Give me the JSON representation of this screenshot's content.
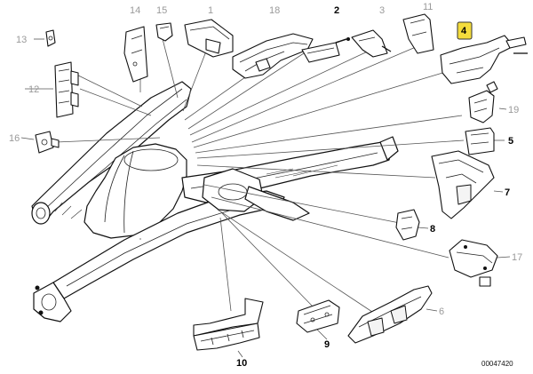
{
  "diagram": {
    "callouts": [
      {
        "id": "1",
        "text": "1"
      },
      {
        "id": "2",
        "text": "2"
      },
      {
        "id": "3",
        "text": "3"
      },
      {
        "id": "4",
        "text": "4"
      },
      {
        "id": "5",
        "text": "5"
      },
      {
        "id": "6",
        "text": "6"
      },
      {
        "id": "7",
        "text": "7"
      },
      {
        "id": "8",
        "text": "8"
      },
      {
        "id": "9",
        "text": "9"
      },
      {
        "id": "10",
        "text": "10"
      },
      {
        "id": "11",
        "text": "11"
      },
      {
        "id": "12",
        "text": "12"
      },
      {
        "id": "13",
        "text": "13"
      },
      {
        "id": "14",
        "text": "14"
      },
      {
        "id": "15",
        "text": "15"
      },
      {
        "id": "16",
        "text": "16"
      },
      {
        "id": "17",
        "text": "17"
      },
      {
        "id": "18",
        "text": "18"
      },
      {
        "id": "19",
        "text": "19"
      }
    ],
    "highlighted_callout": "4",
    "drawing_number": "00047420"
  },
  "colors": {
    "highlight": "#f4dc3c",
    "grey_label": "#9a9a9a",
    "line": "#111111"
  }
}
